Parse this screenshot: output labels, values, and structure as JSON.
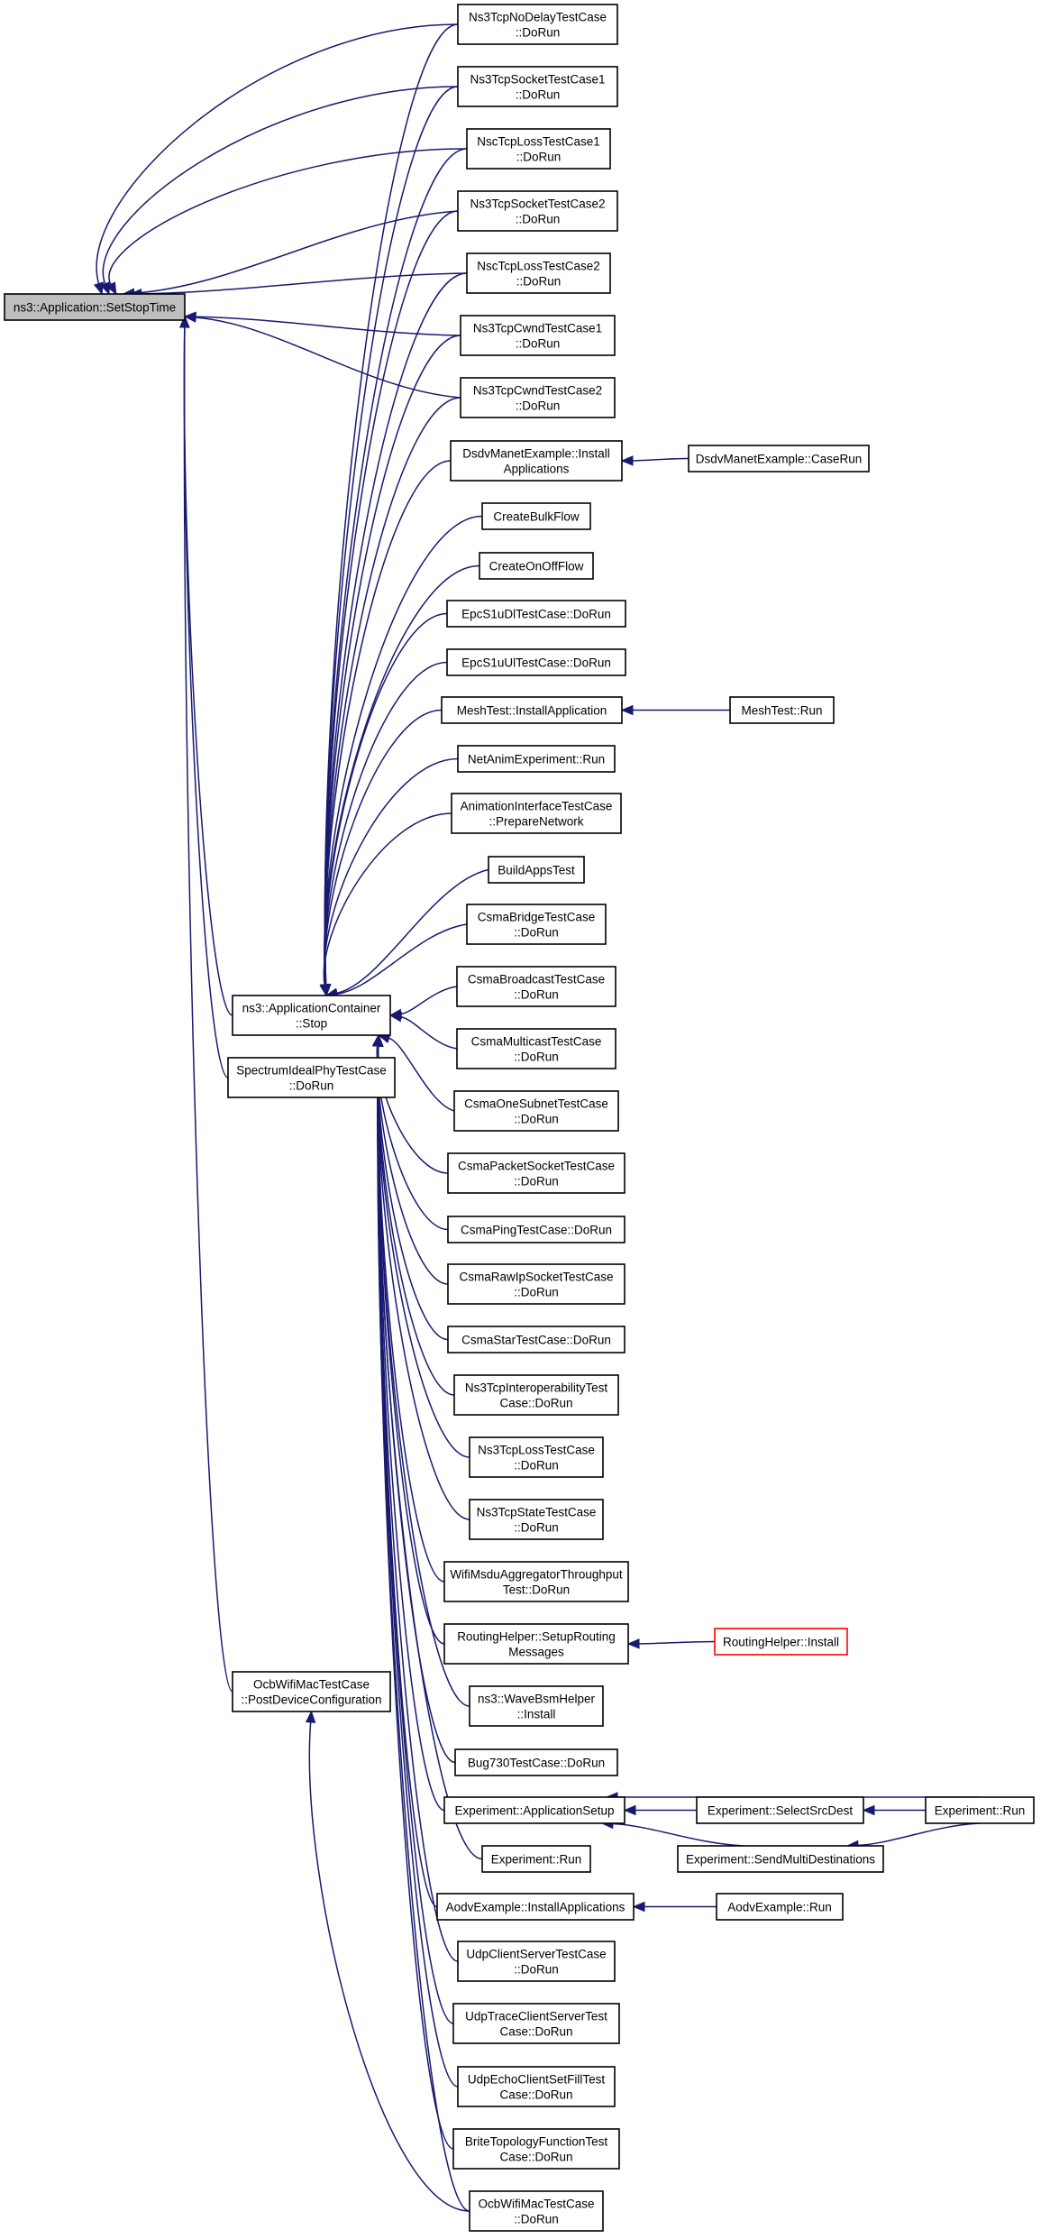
{
  "graph": {
    "edge_color": "#191970",
    "root_fill": "#bfbfbf",
    "highlight_color": "#ff0000",
    "nodes": [
      {
        "id": "root",
        "lines": [
          "ns3::Application::SetStopTime"
        ],
        "style": "root"
      },
      {
        "id": "tcpNoDelay",
        "lines": [
          "Ns3TcpNoDelayTestCase",
          "::DoRun"
        ]
      },
      {
        "id": "tcpSock1",
        "lines": [
          "Ns3TcpSocketTestCase1",
          "::DoRun"
        ]
      },
      {
        "id": "nscLoss1",
        "lines": [
          "NscTcpLossTestCase1",
          "::DoRun"
        ]
      },
      {
        "id": "tcpSock2",
        "lines": [
          "Ns3TcpSocketTestCase2",
          "::DoRun"
        ]
      },
      {
        "id": "nscLoss2",
        "lines": [
          "NscTcpLossTestCase2",
          "::DoRun"
        ]
      },
      {
        "id": "cwnd1",
        "lines": [
          "Ns3TcpCwndTestCase1",
          "::DoRun"
        ]
      },
      {
        "id": "cwnd2",
        "lines": [
          "Ns3TcpCwndTestCase2",
          "::DoRun"
        ]
      },
      {
        "id": "dsdvInstall",
        "lines": [
          "DsdvManetExample::Install",
          "Applications"
        ]
      },
      {
        "id": "dsdvRun",
        "lines": [
          "DsdvManetExample::CaseRun"
        ]
      },
      {
        "id": "bulk",
        "lines": [
          "CreateBulkFlow"
        ]
      },
      {
        "id": "onoff",
        "lines": [
          "CreateOnOffFlow"
        ]
      },
      {
        "id": "epcDl",
        "lines": [
          "EpcS1uDlTestCase::DoRun"
        ]
      },
      {
        "id": "epcUl",
        "lines": [
          "EpcS1uUlTestCase::DoRun"
        ]
      },
      {
        "id": "meshInstall",
        "lines": [
          "MeshTest::InstallApplication"
        ]
      },
      {
        "id": "meshRun",
        "lines": [
          "MeshTest::Run"
        ]
      },
      {
        "id": "netanim",
        "lines": [
          "NetAnimExperiment::Run"
        ]
      },
      {
        "id": "animIface",
        "lines": [
          "AnimationInterfaceTestCase",
          "::PrepareNetwork"
        ]
      },
      {
        "id": "buildApps",
        "lines": [
          "BuildAppsTest"
        ]
      },
      {
        "id": "csmaBridge",
        "lines": [
          "CsmaBridgeTestCase",
          "::DoRun"
        ]
      },
      {
        "id": "csmaBroadcast",
        "lines": [
          "CsmaBroadcastTestCase",
          "::DoRun"
        ]
      },
      {
        "id": "csmaMulticast",
        "lines": [
          "CsmaMulticastTestCase",
          "::DoRun"
        ]
      },
      {
        "id": "csmaOneSubnet",
        "lines": [
          "CsmaOneSubnetTestCase",
          "::DoRun"
        ]
      },
      {
        "id": "csmaPacketSocket",
        "lines": [
          "CsmaPacketSocketTestCase",
          "::DoRun"
        ]
      },
      {
        "id": "csmaPing",
        "lines": [
          "CsmaPingTestCase::DoRun"
        ]
      },
      {
        "id": "csmaRawIp",
        "lines": [
          "CsmaRawIpSocketTestCase",
          "::DoRun"
        ]
      },
      {
        "id": "csmaStar",
        "lines": [
          "CsmaStarTestCase::DoRun"
        ]
      },
      {
        "id": "tcpInterop",
        "lines": [
          "Ns3TcpInteroperabilityTest",
          "Case::DoRun"
        ]
      },
      {
        "id": "tcpLoss",
        "lines": [
          "Ns3TcpLossTestCase",
          "::DoRun"
        ]
      },
      {
        "id": "tcpState",
        "lines": [
          "Ns3TcpStateTestCase",
          "::DoRun"
        ]
      },
      {
        "id": "wifiMsdu",
        "lines": [
          "WifiMsduAggregatorThroughput",
          "Test::DoRun"
        ]
      },
      {
        "id": "routingSetup",
        "lines": [
          "RoutingHelper::SetupRouting",
          "Messages"
        ]
      },
      {
        "id": "routingInstall",
        "lines": [
          "RoutingHelper::Install"
        ],
        "style": "red"
      },
      {
        "id": "waveBsm",
        "lines": [
          "ns3::WaveBsmHelper",
          "::Install"
        ]
      },
      {
        "id": "bug730",
        "lines": [
          "Bug730TestCase::DoRun"
        ]
      },
      {
        "id": "expAppSetup",
        "lines": [
          "Experiment::ApplicationSetup"
        ]
      },
      {
        "id": "expSelect",
        "lines": [
          "Experiment::SelectSrcDest"
        ]
      },
      {
        "id": "expRunRight",
        "lines": [
          "Experiment::Run"
        ]
      },
      {
        "id": "expSendMulti",
        "lines": [
          "Experiment::SendMultiDestinations"
        ]
      },
      {
        "id": "expRun",
        "lines": [
          "Experiment::Run"
        ]
      },
      {
        "id": "aodvInstall",
        "lines": [
          "AodvExample::InstallApplications"
        ]
      },
      {
        "id": "aodvRun",
        "lines": [
          "AodvExample::Run"
        ]
      },
      {
        "id": "udpCs",
        "lines": [
          "UdpClientServerTestCase",
          "::DoRun"
        ]
      },
      {
        "id": "udpTrace",
        "lines": [
          "UdpTraceClientServerTest",
          "Case::DoRun"
        ]
      },
      {
        "id": "udpEcho",
        "lines": [
          "UdpEchoClientSetFillTest",
          "Case::DoRun"
        ]
      },
      {
        "id": "brite",
        "lines": [
          "BriteTopologyFunctionTest",
          "Case::DoRun"
        ]
      },
      {
        "id": "ocbRun",
        "lines": [
          "OcbWifiMacTestCase",
          "::DoRun"
        ]
      },
      {
        "id": "appContainer",
        "lines": [
          "ns3::ApplicationContainer",
          "::Stop"
        ]
      },
      {
        "id": "spectrum",
        "lines": [
          "SpectrumIdealPhyTestCase",
          "::DoRun"
        ]
      },
      {
        "id": "ocbPost",
        "lines": [
          "OcbWifiMacTestCase",
          "::PostDeviceConfiguration"
        ]
      }
    ],
    "edges": [
      {
        "from": "tcpNoDelay",
        "to": "root"
      },
      {
        "from": "tcpSock1",
        "to": "root"
      },
      {
        "from": "nscLoss1",
        "to": "root"
      },
      {
        "from": "tcpSock2",
        "to": "root"
      },
      {
        "from": "nscLoss2",
        "to": "root"
      },
      {
        "from": "cwnd1",
        "to": "root"
      },
      {
        "from": "cwnd2",
        "to": "root"
      },
      {
        "from": "appContainer",
        "to": "root"
      },
      {
        "from": "spectrum",
        "to": "root"
      },
      {
        "from": "ocbPost",
        "to": "root"
      },
      {
        "from": "tcpNoDelay",
        "to": "appContainer"
      },
      {
        "from": "tcpSock1",
        "to": "appContainer"
      },
      {
        "from": "nscLoss1",
        "to": "appContainer"
      },
      {
        "from": "tcpSock2",
        "to": "appContainer"
      },
      {
        "from": "nscLoss2",
        "to": "appContainer"
      },
      {
        "from": "cwnd1",
        "to": "appContainer"
      },
      {
        "from": "cwnd2",
        "to": "appContainer"
      },
      {
        "from": "dsdvInstall",
        "to": "appContainer"
      },
      {
        "from": "bulk",
        "to": "appContainer"
      },
      {
        "from": "onoff",
        "to": "appContainer"
      },
      {
        "from": "epcDl",
        "to": "appContainer"
      },
      {
        "from": "epcUl",
        "to": "appContainer"
      },
      {
        "from": "meshInstall",
        "to": "appContainer"
      },
      {
        "from": "netanim",
        "to": "appContainer"
      },
      {
        "from": "animIface",
        "to": "appContainer"
      },
      {
        "from": "buildApps",
        "to": "appContainer"
      },
      {
        "from": "csmaBridge",
        "to": "appContainer"
      },
      {
        "from": "csmaBroadcast",
        "to": "appContainer"
      },
      {
        "from": "csmaMulticast",
        "to": "appContainer"
      },
      {
        "from": "csmaOneSubnet",
        "to": "appContainer"
      },
      {
        "from": "csmaPacketSocket",
        "to": "appContainer"
      },
      {
        "from": "csmaPing",
        "to": "appContainer"
      },
      {
        "from": "csmaRawIp",
        "to": "appContainer"
      },
      {
        "from": "csmaStar",
        "to": "appContainer"
      },
      {
        "from": "tcpInterop",
        "to": "appContainer"
      },
      {
        "from": "tcpLoss",
        "to": "appContainer"
      },
      {
        "from": "tcpState",
        "to": "appContainer"
      },
      {
        "from": "wifiMsdu",
        "to": "appContainer"
      },
      {
        "from": "routingSetup",
        "to": "appContainer"
      },
      {
        "from": "waveBsm",
        "to": "appContainer"
      },
      {
        "from": "bug730",
        "to": "appContainer"
      },
      {
        "from": "expAppSetup",
        "to": "appContainer"
      },
      {
        "from": "expRun",
        "to": "appContainer"
      },
      {
        "from": "aodvInstall",
        "to": "appContainer"
      },
      {
        "from": "udpCs",
        "to": "appContainer"
      },
      {
        "from": "udpTrace",
        "to": "appContainer"
      },
      {
        "from": "udpEcho",
        "to": "appContainer"
      },
      {
        "from": "brite",
        "to": "appContainer"
      },
      {
        "from": "ocbRun",
        "to": "appContainer"
      },
      {
        "from": "dsdvRun",
        "to": "dsdvInstall"
      },
      {
        "from": "meshRun",
        "to": "meshInstall"
      },
      {
        "from": "routingInstall",
        "to": "routingSetup"
      },
      {
        "from": "expSelect",
        "to": "expAppSetup"
      },
      {
        "from": "expRunRight",
        "to": "expAppSetup"
      },
      {
        "from": "expRunRight",
        "to": "expSelect"
      },
      {
        "from": "expRunRight",
        "to": "expSendMulti"
      },
      {
        "from": "expSendMulti",
        "to": "expAppSetup"
      },
      {
        "from": "aodvRun",
        "to": "aodvInstall"
      },
      {
        "from": "ocbRun",
        "to": "ocbPost"
      }
    ]
  }
}
